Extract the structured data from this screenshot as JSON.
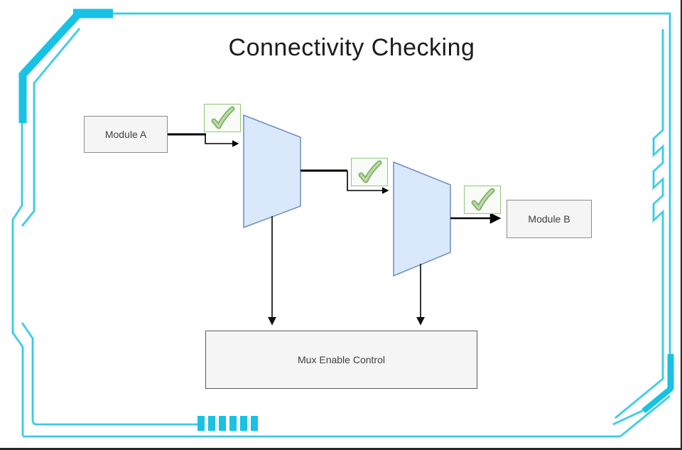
{
  "title": "Connectivity Checking",
  "diagram": {
    "module_a_label": "Module A",
    "module_b_label": "Module B",
    "mux_control_label": "Mux Enable Control",
    "mux_shape": "trapezoid-multiplexer",
    "check_icon": "green-checkmark",
    "check_count": 3
  },
  "colors": {
    "frame_accent": "#2BC6E2",
    "frame_accent_bold": "#18C2E4",
    "frame_glow": "#B0EAF6",
    "mux_fill": "#DAE8FC",
    "mux_border": "#6C8EBF",
    "check_box_fill": "#F9FBF7",
    "check_box_border": "#93C47D",
    "check_mark_dark": "#82B366",
    "check_mark_light": "#BCDBAA",
    "node_fill": "#F5F5F5",
    "node_border": "#8C8C8C",
    "control_border": "#5B5B5B",
    "arrow_color": "#000000",
    "control_arrow_color": "#333333",
    "title_color": "#1B1B1B",
    "label_color": "#404040",
    "edge_shadow": "#262626"
  }
}
